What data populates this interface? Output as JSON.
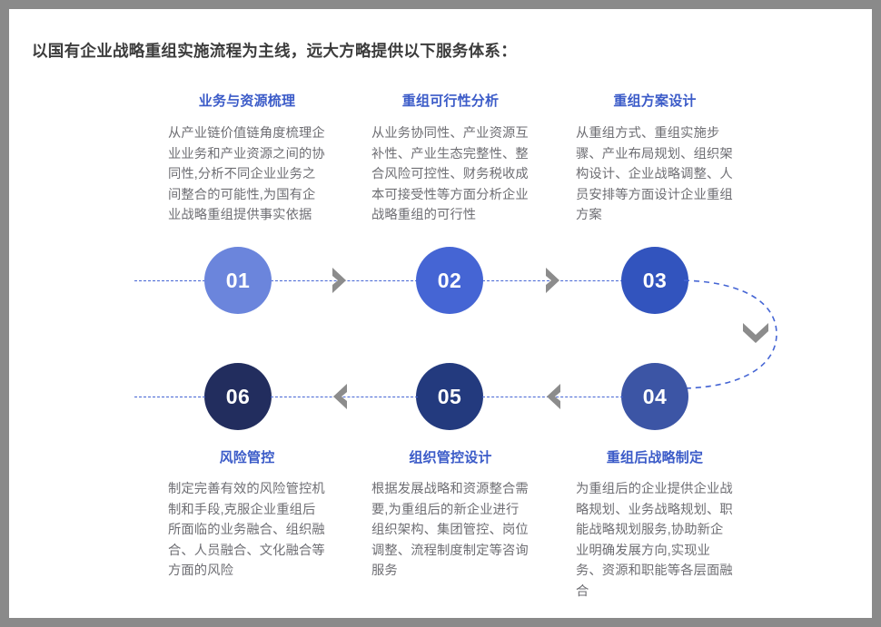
{
  "title": "以国有企业战略重组实施流程为主线，远大方略提供以下服务体系：",
  "colors": {
    "heading": "#3b5bc8",
    "body_text": "#6e6e73",
    "title_text": "#3c3c3c",
    "dash_line": "#4565d4",
    "chevron": "#8c8c8c",
    "page_border": "#8a8a8a",
    "node_01": "#6b85dc",
    "node_02": "#4565d4",
    "node_03": "#3254be",
    "node_04": "#3c55a5",
    "node_05": "#233a7e",
    "node_06": "#222d5e"
  },
  "steps": [
    {
      "number": "01",
      "heading": "业务与资源梳理",
      "body": "从产业链价值链角度梳理企业业务和产业资源之间的协同性,分析不同企业业务之间整合的可能性,为国有企业战略重组提供事实依据",
      "color": "#6b85dc"
    },
    {
      "number": "02",
      "heading": "重组可行性分析",
      "body": "从业务协同性、产业资源互补性、产业生态完整性、整合风险可控性、财务税收成本可接受性等方面分析企业战略重组的可行性",
      "color": "#4565d4"
    },
    {
      "number": "03",
      "heading": "重组方案设计",
      "body": "从重组方式、重组实施步骤、产业布局规划、组织架构设计、企业战略调整、人员安排等方面设计企业重组方案",
      "color": "#3254be"
    },
    {
      "number": "04",
      "heading": "重组后战略制定",
      "body": "为重组后的企业提供企业战略规划、业务战略规划、职能战略规划服务,协助新企业明确发展方向,实现业务、资源和职能等各层面融合",
      "color": "#3c55a5"
    },
    {
      "number": "05",
      "heading": "组织管控设计",
      "body": "根据发展战略和资源整合需要,为重组后的新企业进行组织架构、集团管控、岗位调整、流程制度制定等咨询服务",
      "color": "#233a7e"
    },
    {
      "number": "06",
      "heading": "风险管控",
      "body": "制定完善有效的风险管控机制和手段,克服企业重组后所面临的业务融合、组织融合、人员融合、文化融合等方面的风险",
      "color": "#222d5e"
    }
  ]
}
